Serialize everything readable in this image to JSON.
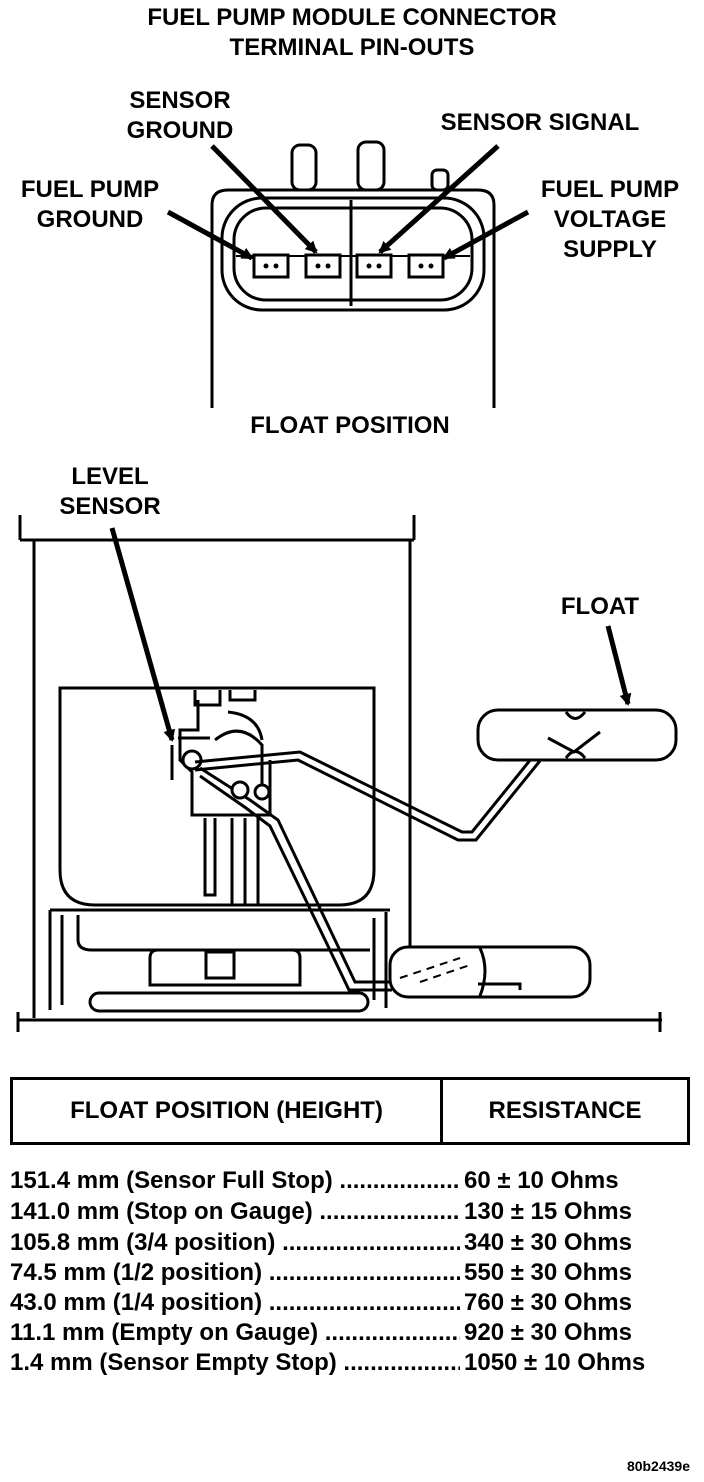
{
  "title_lines": [
    "FUEL PUMP MODULE CONNECTOR",
    "TERMINAL PIN-OUTS"
  ],
  "pin_labels": {
    "sensor_ground": [
      "SENSOR",
      "GROUND"
    ],
    "sensor_signal": "SENSOR SIGNAL",
    "fuel_pump_ground": [
      "FUEL PUMP",
      "GROUND"
    ],
    "fuel_pump_voltage_supply": [
      "FUEL PUMP",
      "VOLTAGE",
      "SUPPLY"
    ]
  },
  "section_title": "FLOAT POSITION",
  "level_sensor_label": [
    "LEVEL",
    "SENSOR"
  ],
  "float_label": "FLOAT",
  "table": {
    "headers": [
      "FLOAT POSITION (HEIGHT)",
      "RESISTANCE"
    ],
    "rows": [
      {
        "height": "151.4 mm (Sensor Full Stop)",
        "resistance": "60 ± 10 Ohms"
      },
      {
        "height": "141.0 mm (Stop on Gauge)",
        "resistance": "130 ± 15 Ohms"
      },
      {
        "height": "105.8 mm (3/4 position)",
        "resistance": "340 ± 30 Ohms"
      },
      {
        "height": "74.5 mm (1/2 position)",
        "resistance": "550 ± 30 Ohms"
      },
      {
        "height": "43.0 mm (1/4 position)",
        "resistance": "760 ± 30 Ohms"
      },
      {
        "height": "11.1 mm (Empty on Gauge)",
        "resistance": "920 ± 30 Ohms"
      },
      {
        "height": "1.4 mm (Sensor Empty Stop)",
        "resistance": "1050 ± 10 Ohms"
      }
    ]
  },
  "figure_id": "80b2439e"
}
